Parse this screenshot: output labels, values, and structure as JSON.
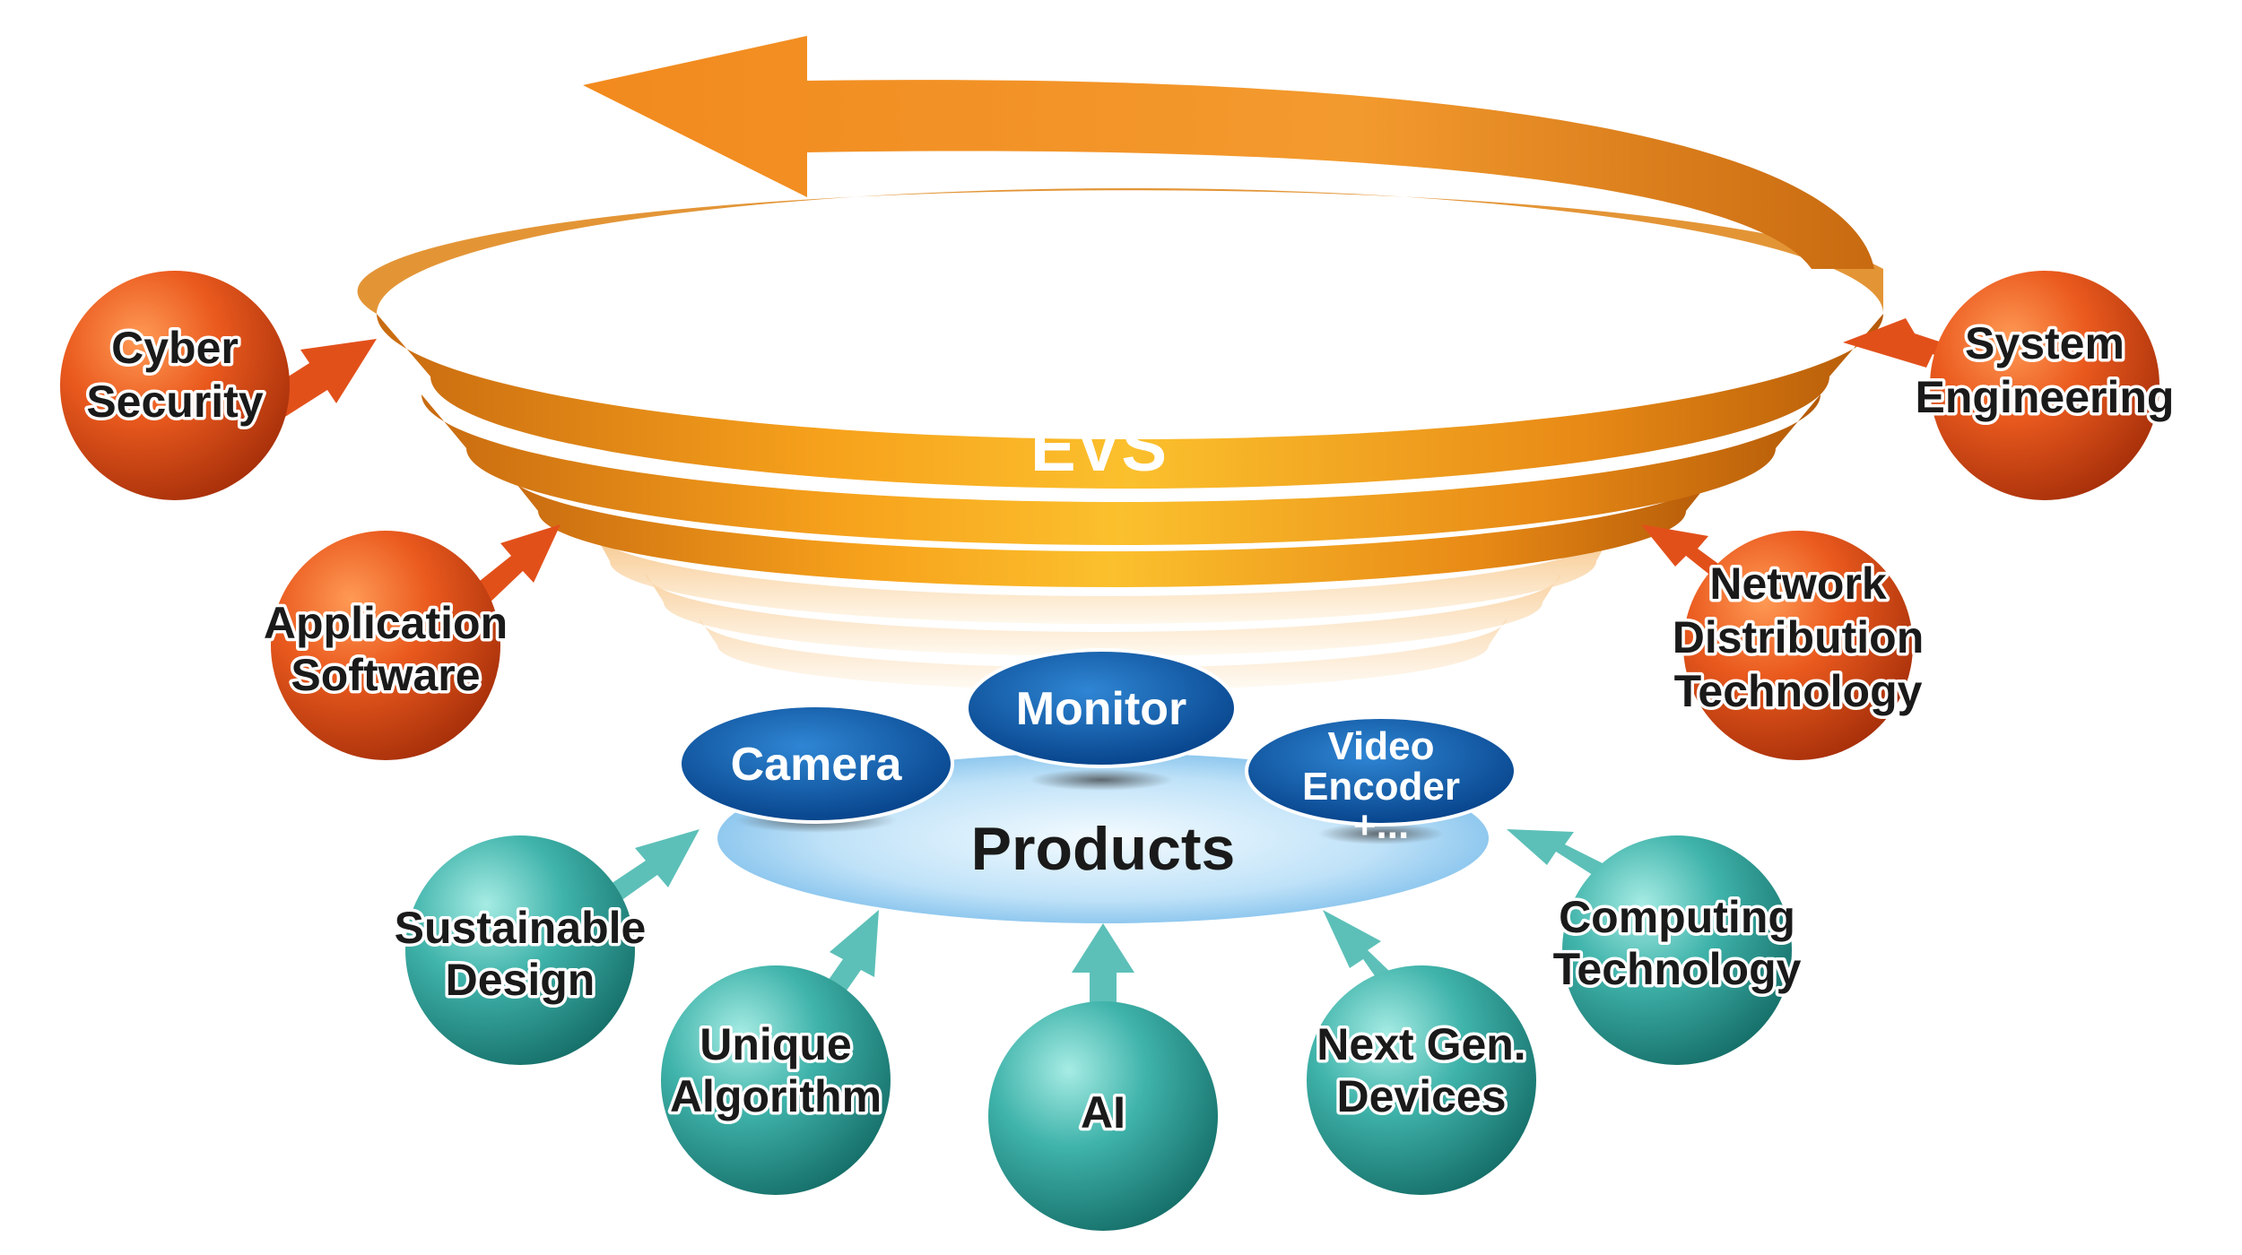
{
  "center": {
    "swirl_label": "EVS",
    "platform_label": "Products"
  },
  "products": [
    {
      "label": "Camera"
    },
    {
      "label": "Monitor"
    },
    {
      "label_lines": [
        "Video",
        "Encoder",
        "+..."
      ]
    }
  ],
  "upper_factors": [
    {
      "lines": [
        "Cyber",
        "Security"
      ]
    },
    {
      "lines": [
        "Application",
        "Software"
      ]
    },
    {
      "lines": [
        "System",
        "Engineering"
      ]
    },
    {
      "lines": [
        "Network",
        "Distribution",
        "Technology"
      ]
    }
  ],
  "lower_factors": [
    {
      "lines": [
        "Sustainable",
        "Design"
      ]
    },
    {
      "lines": [
        "Unique",
        "Algorithm"
      ]
    },
    {
      "lines": [
        "AI"
      ]
    },
    {
      "lines": [
        "Next Gen.",
        "Devices"
      ]
    },
    {
      "lines": [
        "Computing",
        "Technology"
      ]
    }
  ],
  "colors": {
    "swirl_orange": "#f0932a",
    "factor_red": "#e2501a",
    "factor_teal": "#3aaea5",
    "product_blue": "#0a5aa8",
    "platform_blue": "#8cc8ef"
  }
}
